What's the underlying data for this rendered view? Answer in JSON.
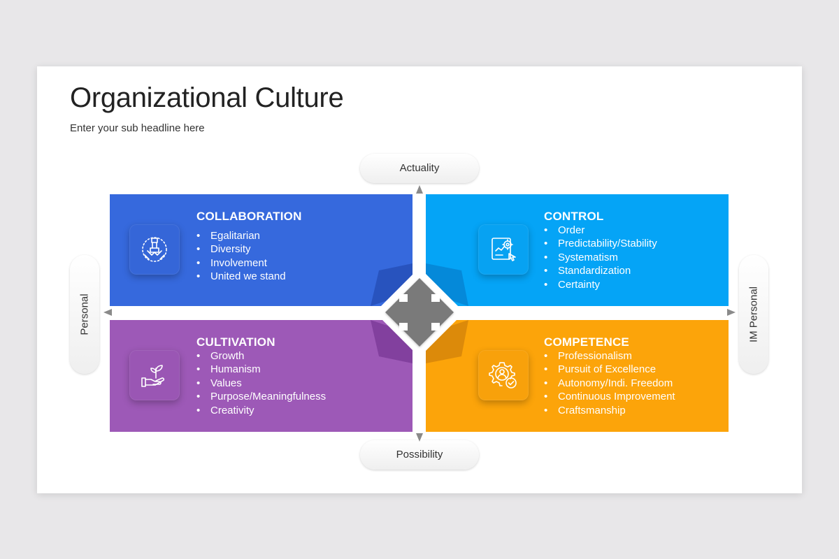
{
  "title": "Organizational Culture",
  "subtitle": "Enter your sub headline here",
  "axes": {
    "top": "Actuality",
    "bottom": "Possibility",
    "left": "Personal",
    "right": "IM Personal"
  },
  "quadrants": {
    "top_left": {
      "title": "COLLABORATION",
      "icon": "handshake-team-icon",
      "items": [
        "Egalitarian",
        "Diversity",
        "Involvement",
        "United we stand"
      ]
    },
    "top_right": {
      "title": "CONTROL",
      "icon": "document-settings-icon",
      "items": [
        "Order",
        "Predictability/Stability",
        "Systematism",
        "Standardization",
        "Certainty"
      ]
    },
    "bottom_left": {
      "title": "CULTIVATION",
      "icon": "plant-in-hand-icon",
      "items": [
        "Growth",
        "Humanism",
        "Values",
        "Purpose/Meaningfulness",
        "Creativity"
      ]
    },
    "bottom_right": {
      "title": "COMPETENCE",
      "icon": "person-gear-check-icon",
      "items": [
        "Professionalism",
        "Pursuit of Excellence",
        "Autonomy/Indi. Freedom",
        "Continuous Improvement",
        "Craftsmanship"
      ]
    }
  },
  "colors": {
    "collaboration": "#3669dd",
    "control": "#05a4f6",
    "cultivation": "#9d59b7",
    "competence": "#fca40a",
    "axis": "#8a8a8a",
    "center": "#7a7a7a"
  }
}
